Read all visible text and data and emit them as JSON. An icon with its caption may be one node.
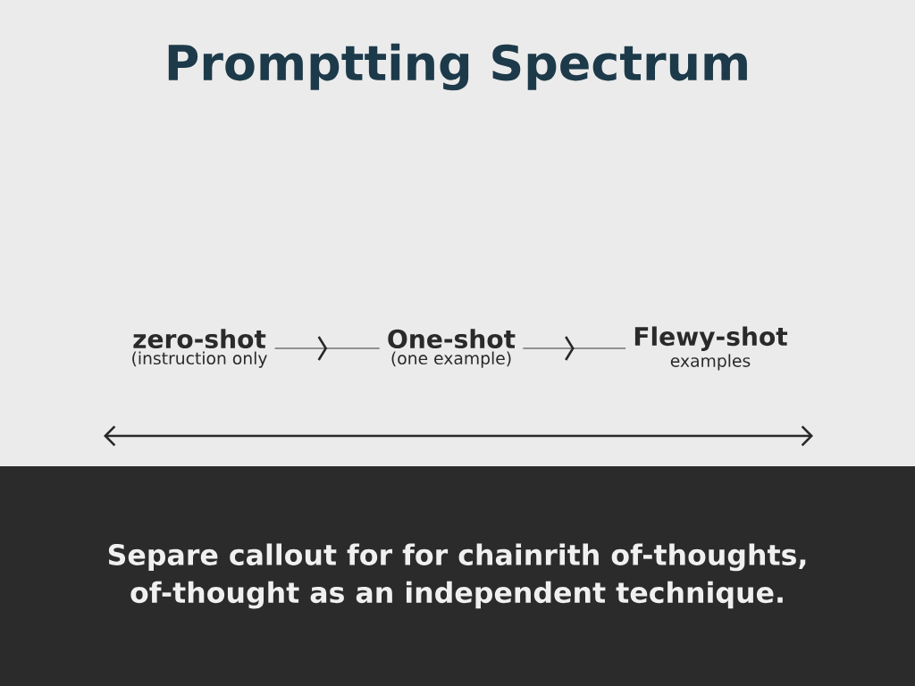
{
  "diagram": {
    "title": "Promptting Spectrum",
    "nodes": [
      {
        "text": [
          "zero-shot",
          "(instruction only"
        ]
      },
      {
        "text": [
          "One-shot",
          "(one example)"
        ]
      },
      {
        "text": [
          "Flewy-shot",
          "examples"
        ]
      },
      {
        "text": [
          "Separe callout for for chainrith of-thoughts, of-thought as an independent technique."
        ]
      }
    ],
    "edges": [
      {
        "from": 0,
        "to": 1,
        "arrow": "to"
      },
      {
        "from": 1,
        "to": 2,
        "arrow": "to"
      }
    ]
  }
}
